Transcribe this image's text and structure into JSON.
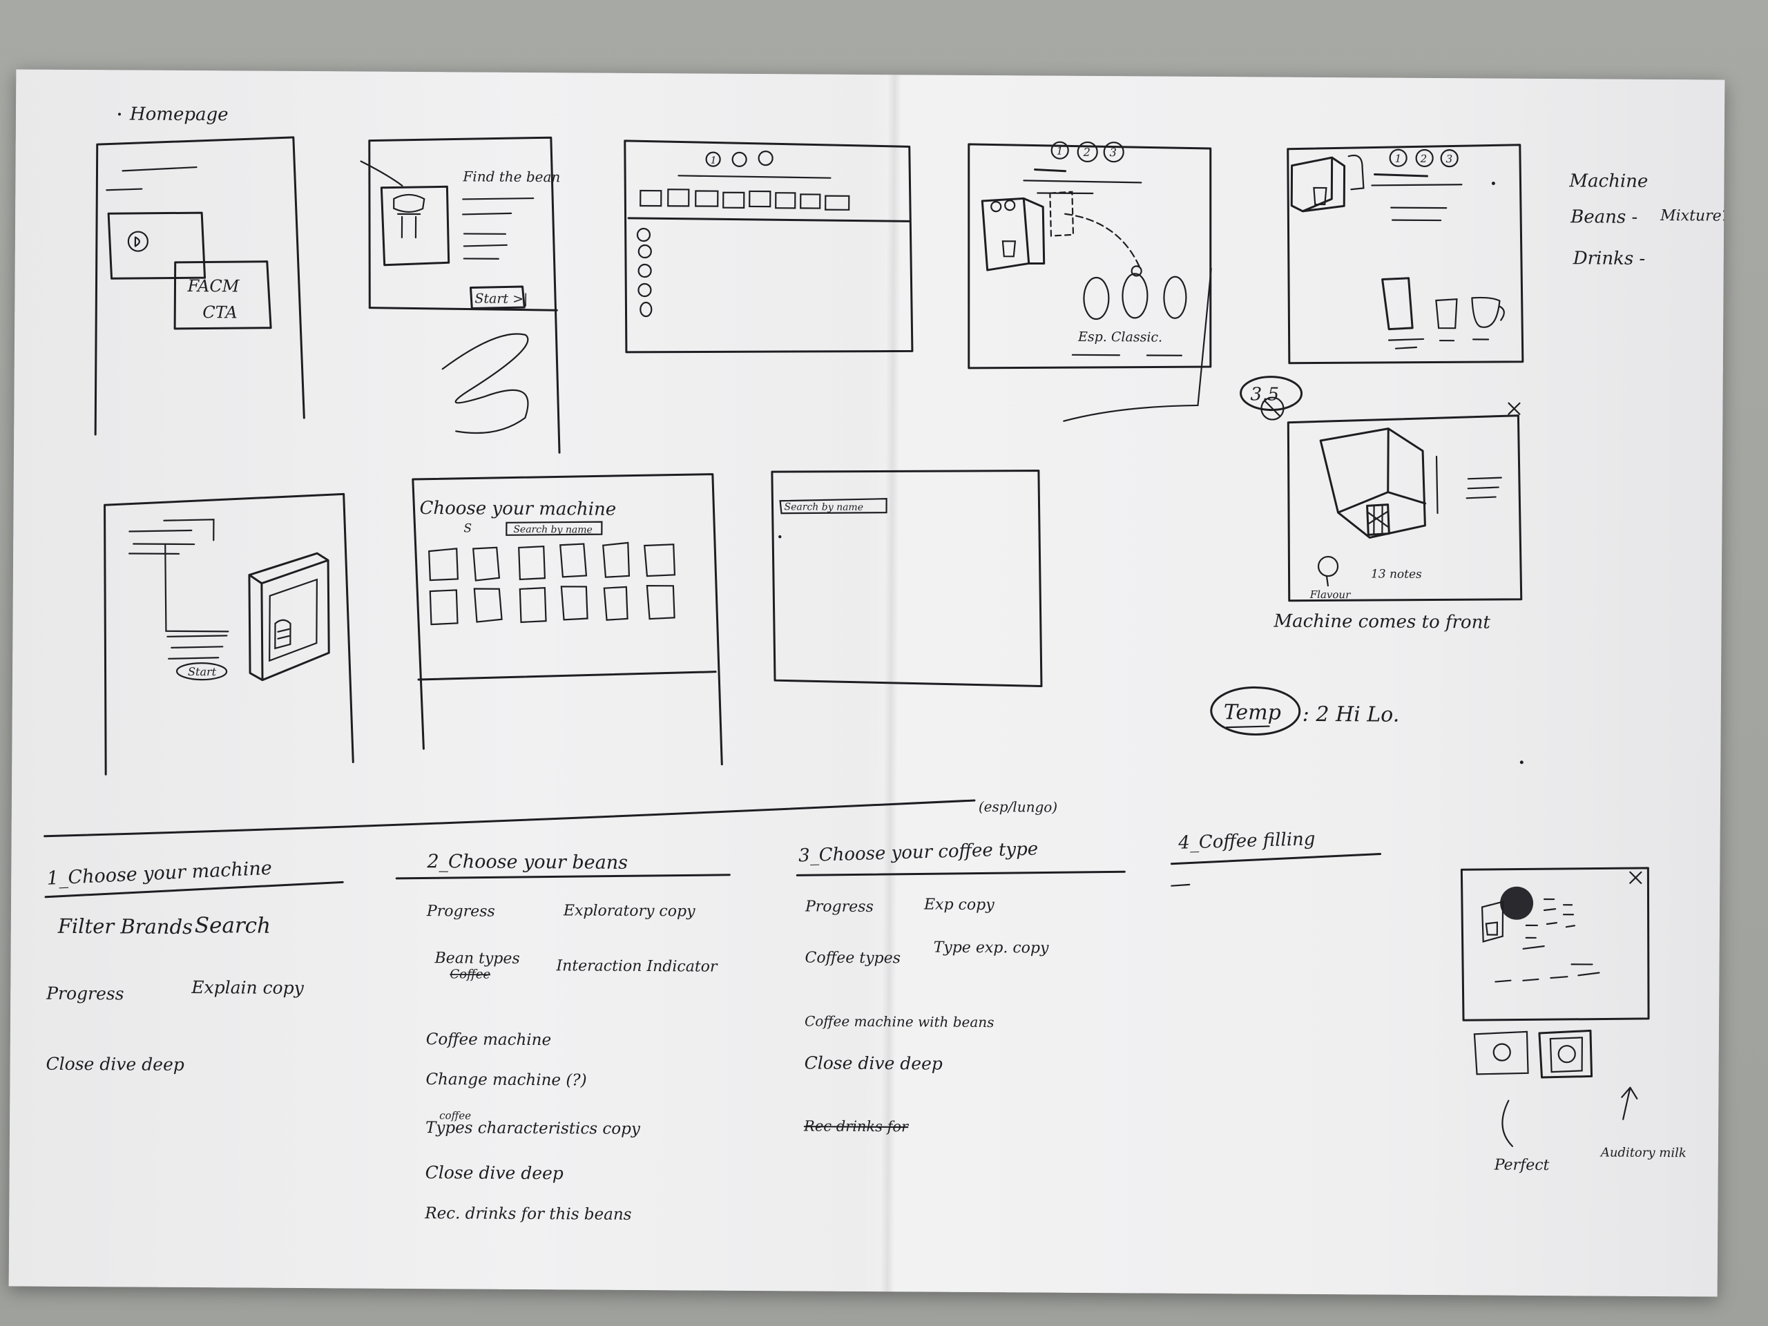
{
  "sketches": {
    "homepage_label": "Homepage",
    "famc_cta": [
      "FACM",
      "CTA"
    ],
    "find_beans": "Find the bean",
    "start_button": "Start >|",
    "step_numbers": [
      "1",
      "2",
      "3"
    ],
    "coffee_labels": "Esp.  Classic.",
    "side_notes": [
      "Machine",
      "Beans -",
      "Drinks -"
    ],
    "side_note_extra": "Mixture?",
    "badge_value": "3,5",
    "flavour_labels": [
      "Flavour",
      "13 notes"
    ],
    "machine_comes_front": "Machine comes to front",
    "temp_note": "Temp",
    "temp_value": ": 2 Hi Lo.",
    "start_small": "Start",
    "choose_machine_title": "Choose your machine",
    "choose_machine_s": "S",
    "search_by_name": "Search by name",
    "search_by_name_2": "Search by name"
  },
  "columns": [
    {
      "heading": "1_Choose your machine",
      "items": [
        "Filter Brands",
        "Search",
        "Progress",
        "Explain copy",
        "Close dive deep"
      ]
    },
    {
      "heading": "2_Choose your beans",
      "items": [
        "Progress",
        "Exploratory copy",
        "Bean types",
        "Coffee",
        "Interaction Indicator",
        "Coffee machine",
        "Change machine (?)",
        "coffee",
        "Types characteristics copy",
        "Close dive deep",
        "Rec. drinks for this beans"
      ]
    },
    {
      "heading": "3_Choose your coffee type",
      "heading_note": "(esp/lungo)",
      "items": [
        "Progress",
        "Exp copy",
        "Coffee types",
        "Type exp. copy",
        "Coffee machine with beans",
        "Close dive deep",
        "Rec drinks for"
      ]
    },
    {
      "heading": "4_Coffee filling",
      "items": []
    }
  ],
  "corner_sketch": {
    "labels": [
      "Perfect",
      "Auditory milk"
    ]
  }
}
